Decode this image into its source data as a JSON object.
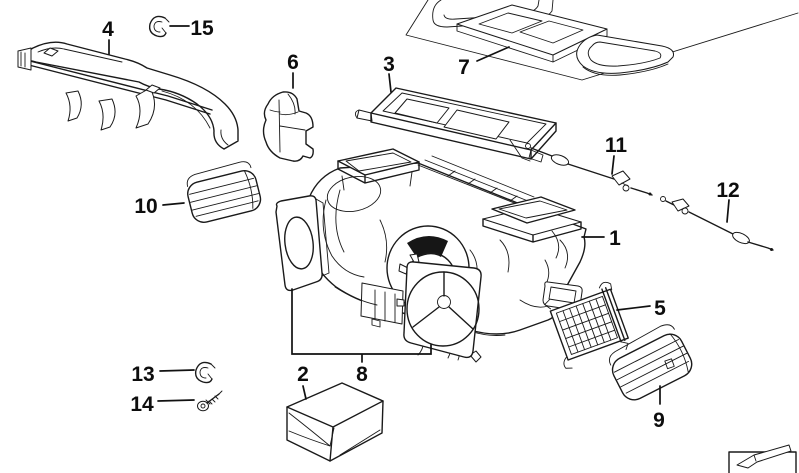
{
  "diagram": {
    "kind": "exploded-parts-diagram",
    "background_color": "#ffffff",
    "line_color": "#1a1a1a",
    "callouts": [
      {
        "number": "1"
      },
      {
        "number": "2"
      },
      {
        "number": "3"
      },
      {
        "number": "4"
      },
      {
        "number": "5"
      },
      {
        "number": "6"
      },
      {
        "number": "7"
      },
      {
        "number": "8"
      },
      {
        "number": "9"
      },
      {
        "number": "10"
      },
      {
        "number": "11"
      },
      {
        "number": "12"
      },
      {
        "number": "13"
      },
      {
        "number": "14"
      },
      {
        "number": "15"
      }
    ],
    "watermark": {
      "icon": "3d-arrow-icon"
    }
  }
}
